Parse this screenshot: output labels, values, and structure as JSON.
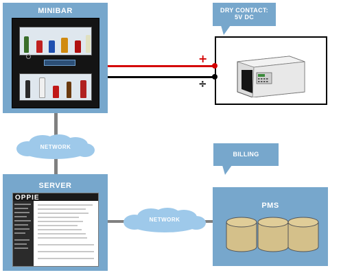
{
  "minibar": {
    "title": "MINIBAR"
  },
  "dry_contact": {
    "label_line1": "DRY CONTACT:",
    "label_line2": "5V DC"
  },
  "signs": {
    "plus": "+",
    "minus": "÷"
  },
  "network_top": {
    "label": "NETWORK"
  },
  "server": {
    "title": "SERVER",
    "logo": "OPPIE"
  },
  "network_bottom": {
    "label": "NETWORK"
  },
  "billing": {
    "label": "BILLING"
  },
  "pms": {
    "title": "PMS"
  },
  "colors": {
    "panel": "#77a7cc",
    "wire_positive": "#d40000",
    "wire_negative": "#000000",
    "connector": "#808080",
    "cloud": "#9ec9ea",
    "database": "#d4c08a"
  }
}
